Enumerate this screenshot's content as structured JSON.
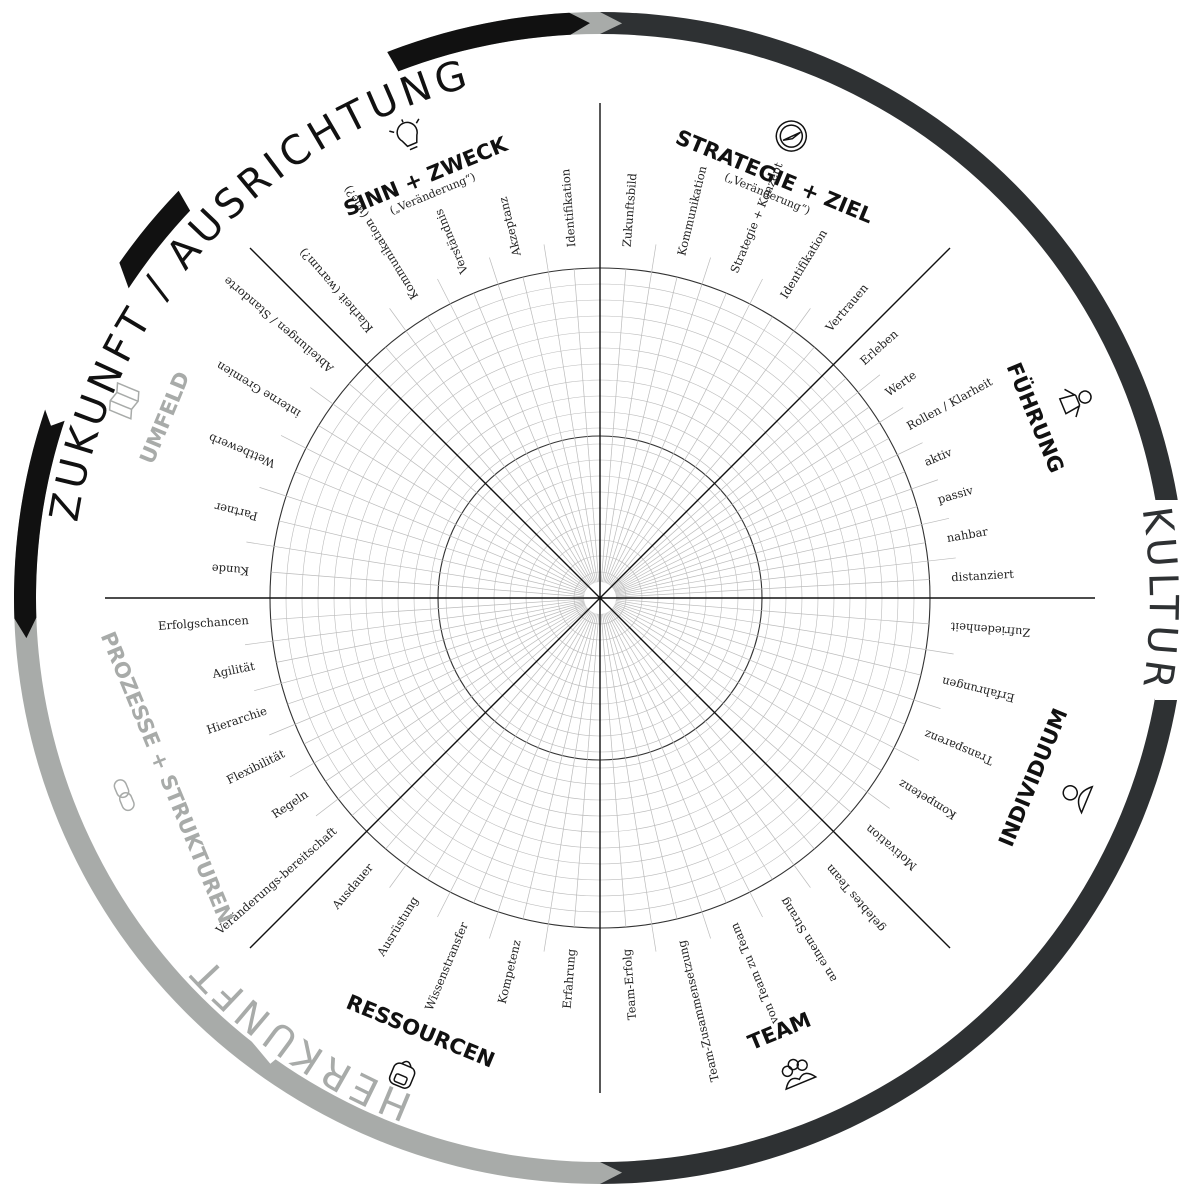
{
  "outer_arcs": {
    "top": "ZUKUNFT / AUSRICHTUNG",
    "right": "KULTUR",
    "left": "HERKUNFT"
  },
  "colors": {
    "black": "#111111",
    "dark": "#2e3133",
    "grey": "#a8aba9",
    "grid": "#bbbbbb",
    "axis": "#111111"
  },
  "sections": [
    {
      "key": "strategie",
      "title": "STRATEGIE + ZIEL",
      "subtitle": "(„Veränderung“)",
      "icon": "compass-icon",
      "tone": "black",
      "spokes": [
        "Zukunftsbild",
        "Kommunikation",
        "Strategie + Konzept",
        "Identifikation",
        "Vertrauen"
      ]
    },
    {
      "key": "fuehrung",
      "title": "FÜHRUNG",
      "subtitle": "",
      "icon": "leader-icon",
      "tone": "black",
      "spokes": [
        "Erleben",
        "Werte",
        "Rollen / Klarheit",
        "aktiv",
        "passiv",
        "nahbar",
        "distanziert"
      ]
    },
    {
      "key": "individuum",
      "title": "INDIVIDUUM",
      "subtitle": "",
      "icon": "person-icon",
      "tone": "black",
      "spokes": [
        "Zufriedenheit",
        "Erfahrungen",
        "Transparenz",
        "Kompetenz",
        "Motivation"
      ]
    },
    {
      "key": "team",
      "title": "TEAM",
      "subtitle": "",
      "icon": "group-icon",
      "tone": "black",
      "spokes": [
        "gelebtes Team",
        "an einem Strang",
        "von Team zu Team",
        "Team-Zusammensetzung",
        "Team-Erfolg"
      ]
    },
    {
      "key": "ressourcen",
      "title": "RESSOURCEN",
      "subtitle": "",
      "icon": "backpack-icon",
      "tone": "black",
      "spokes": [
        "Erfahrung",
        "Kompetenz",
        "Wissenstransfer",
        "Ausrüstung",
        "Ausdauer"
      ]
    },
    {
      "key": "prozesse",
      "title": "PROZESSE + STRUKTUREN",
      "subtitle": "",
      "icon": "chain-icon",
      "tone": "grey",
      "spokes": [
        "Veränderungs-bereitschaft",
        "Regeln",
        "Flexibilität",
        "Hierarchie",
        "Agilität",
        "Erfolgschancen"
      ]
    },
    {
      "key": "umfeld",
      "title": "UMFELD",
      "subtitle": "",
      "icon": "map-icon",
      "tone": "grey",
      "spokes": [
        "Kunde",
        "Partner",
        "Wettbewerb",
        "interne Gremien",
        "Abteilungen / Standorte"
      ]
    },
    {
      "key": "sinn",
      "title": "SINN + ZWECK",
      "subtitle": "(„Veränderung“)",
      "icon": "lightbulb-icon",
      "tone": "black",
      "spokes": [
        "Klarheit (warum?)",
        "Kommunikation (wie?)",
        "Verständnis",
        "Akzeptanz",
        "Identifikation"
      ]
    }
  ]
}
